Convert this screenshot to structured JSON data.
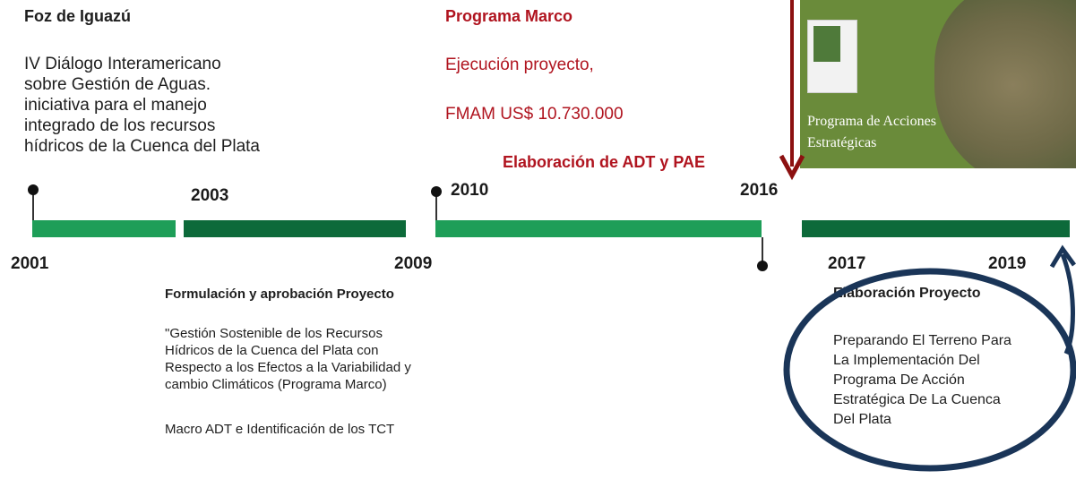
{
  "colors": {
    "bar_light": "#1e9e58",
    "bar_dark": "#0d6a3a",
    "accent_red": "#b0141f",
    "arrow_red": "#8c1010",
    "ellipse_navy": "#1a3558",
    "map_green": "#6a8b3a"
  },
  "years": {
    "y2001": "2001",
    "y2003": "2003",
    "y2009": "2009",
    "y2010": "2010",
    "y2016": "2016",
    "y2017": "2017",
    "y2019": "2019"
  },
  "foz": {
    "title": "Foz de Iguazú",
    "text": "IV Diálogo Interamericano\nsobre Gestión de Aguas.\niniciativa para el manejo\nintegrado de los recursos\nhídricos de la Cuenca del Plata"
  },
  "programa": {
    "title": "Programa Marco",
    "line1": "Ejecución proyecto,",
    "line2": "FMAM US$ 10.730.000"
  },
  "adt": {
    "title": "Elaboración de ADT y PAE"
  },
  "formulacion": {
    "title": "Formulación y aprobación Proyecto",
    "text": "\"Gestión Sostenible de los Recursos\nHídricos de la Cuenca del Plata con\nRespecto a los Efectos a la Variabilidad y\ncambio Climáticos (Programa Marco)",
    "line2": "Macro ADT e  Identificación de los TCT"
  },
  "proyecto": {
    "title": "Elaboración Proyecto",
    "text": "Preparando El Terreno Para\nLa Implementación Del\nPrograma De Acción\nEstratégica De La Cuenca\nDel Plata"
  },
  "map_card": {
    "caption": "Programa de Acciones\nEstratégicas"
  }
}
